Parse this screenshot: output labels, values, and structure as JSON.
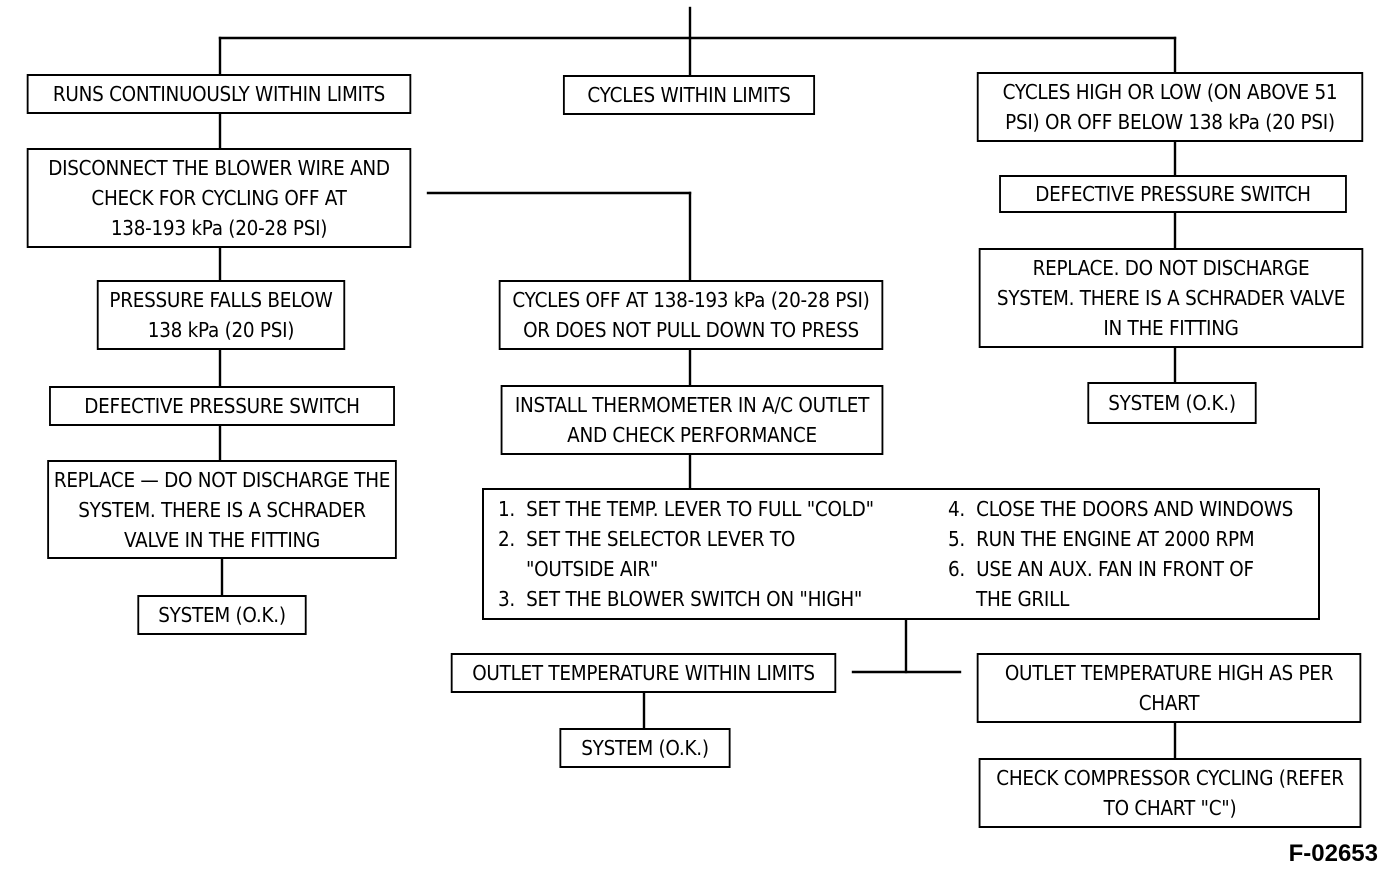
{
  "nodes": {
    "runs_continuously": "RUNS CONTINUOUSLY WITHIN LIMITS",
    "cycles_within": "CYCLES WITHIN LIMITS",
    "cycles_high_low": "CYCLES HIGH OR LOW (ON ABOVE 51\nPSI) OR OFF BELOW 138 kPa (20 PSI)",
    "disconnect_blower": "DISCONNECT THE BLOWER WIRE AND\nCHECK FOR CYCLING OFF AT\n138-193 kPa (20-28 PSI)",
    "defective_switch_right": "DEFECTIVE PRESSURE SWITCH",
    "replace_right": "REPLACE. DO NOT DISCHARGE\nSYSTEM. THERE IS A SCHRADER VALVE\nIN THE FITTING",
    "system_ok_right": "SYSTEM (O.K.)",
    "pressure_falls": "PRESSURE FALLS BELOW\n138 kPa (20 PSI)",
    "cycles_off": "CYCLES OFF AT 138-193 kPa (20-28 PSI)\nOR DOES NOT PULL DOWN TO PRESS",
    "defective_switch_left": "DEFECTIVE PRESSURE SWITCH",
    "install_thermometer": "INSTALL THERMOMETER IN A/C OUTLET\nAND CHECK PERFORMANCE",
    "replace_left": "REPLACE — DO NOT DISCHARGE THE\nSYSTEM. THERE IS A SCHRADER\nVALVE IN THE FITTING",
    "system_ok_left": "SYSTEM (O.K.)",
    "outlet_within": "OUTLET TEMPERATURE WITHIN LIMITS",
    "outlet_high": "OUTLET TEMPERATURE HIGH AS PER\nCHART",
    "system_ok_middle": "SYSTEM (O.K.)",
    "check_compressor": "CHECK COMPRESSOR CYCLING (REFER\nTO CHART \"C\")"
  },
  "steps": {
    "s1": "1.  SET THE TEMP. LEVER TO FULL \"COLD\"",
    "s2": "2.  SET THE SELECTOR LEVER TO",
    "s2b": "\"OUTSIDE AIR\"",
    "s3": "3.  SET THE BLOWER SWITCH ON \"HIGH\"",
    "s4": "4.  CLOSE THE DOORS AND WINDOWS",
    "s5": "5.  RUN THE ENGINE AT 2000 RPM",
    "s6": "6.  USE AN AUX. FAN IN FRONT OF",
    "s6b": "THE GRILL"
  },
  "figure_id": "F-02653"
}
